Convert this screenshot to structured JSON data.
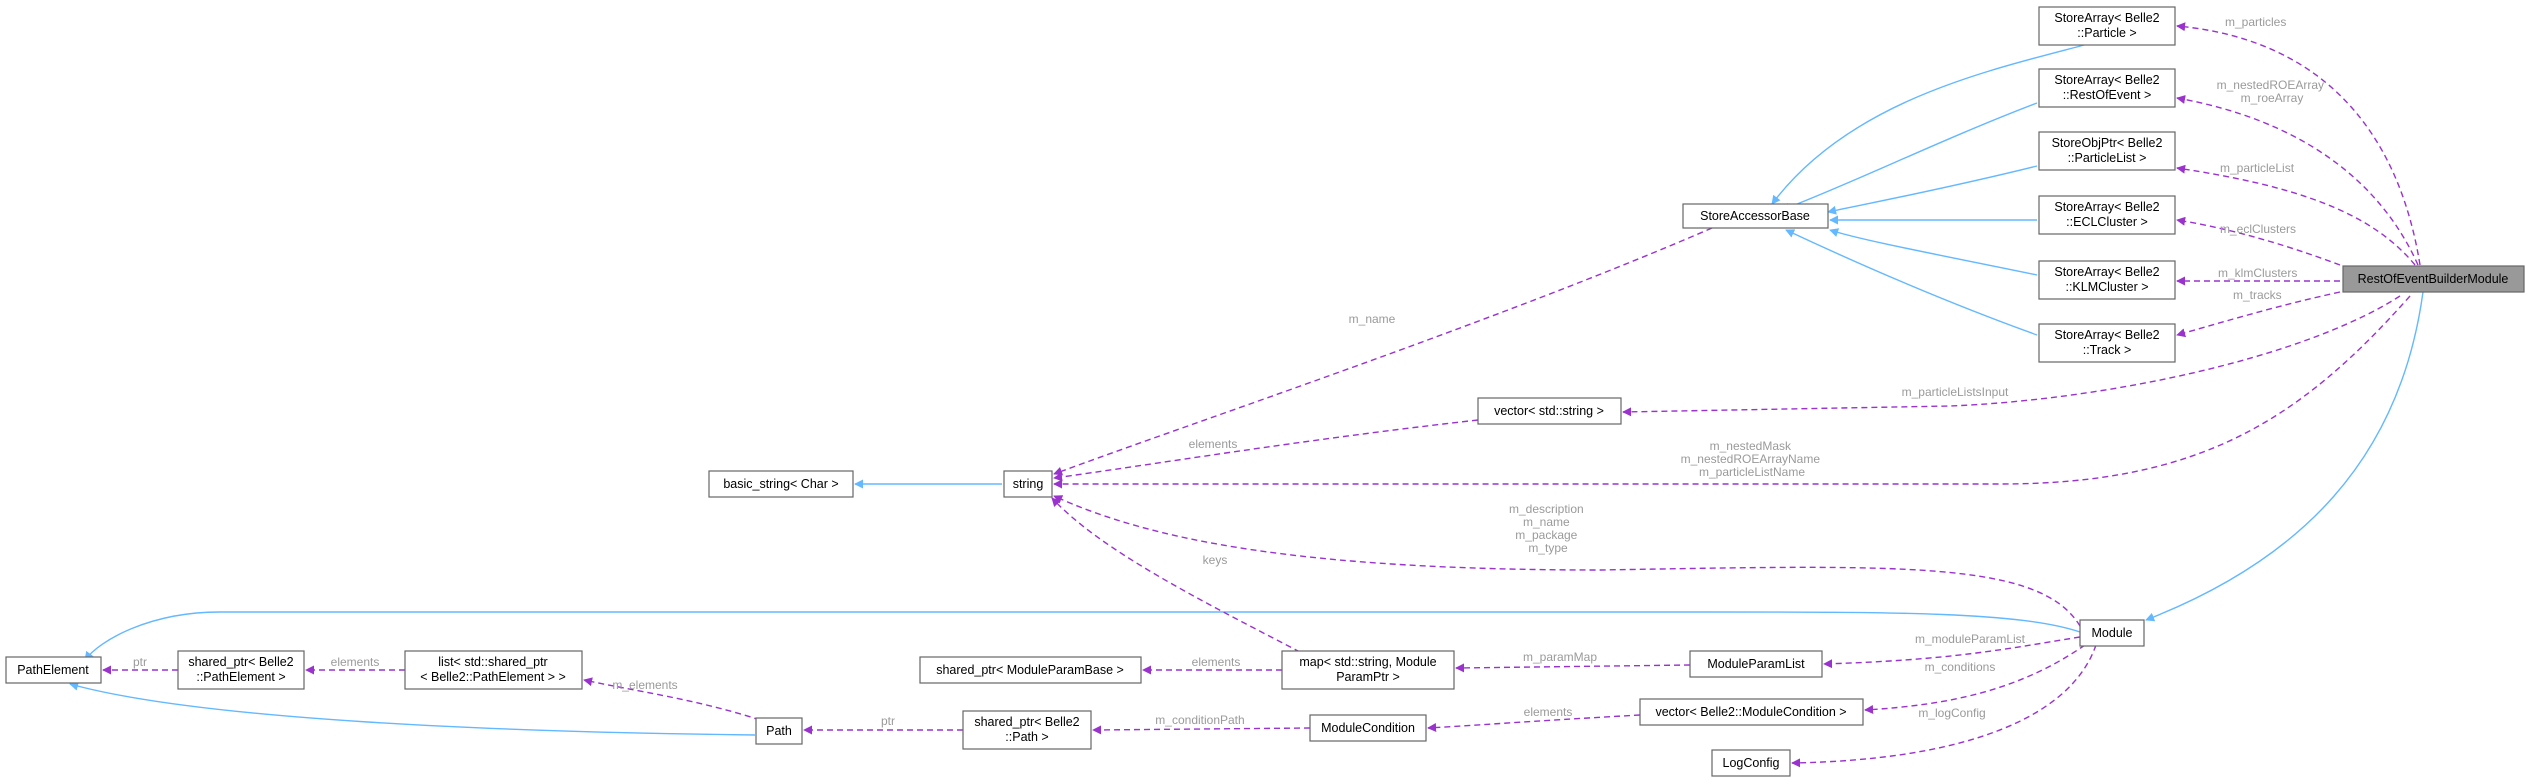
{
  "colors": {
    "inheritance": "#63b8ff",
    "usage": "#9a32cd",
    "focus_fill": "#999999",
    "edge_label": "#9a9a9a"
  },
  "nodes": {
    "rest_of_event_builder_module": [
      "RestOfEventBuilderModule"
    ],
    "storearray_particle": [
      "StoreArray< Belle2",
      "::Particle >"
    ],
    "storearray_restofevent": [
      "StoreArray< Belle2",
      "::RestOfEvent >"
    ],
    "storeobjptr_particlelist": [
      "StoreObjPtr< Belle2",
      "::ParticleList >"
    ],
    "storearray_eclcluster": [
      "StoreArray< Belle2",
      "::ECLCluster >"
    ],
    "storearray_klmcluster": [
      "StoreArray< Belle2",
      "::KLMCluster >"
    ],
    "storearray_track": [
      "StoreArray< Belle2",
      "::Track >"
    ],
    "store_accessor_base": [
      "StoreAccessorBase"
    ],
    "vector_string": [
      "vector< std::string >"
    ],
    "string": [
      "string"
    ],
    "basic_string": [
      "basic_string< Char >"
    ],
    "module": [
      "Module"
    ],
    "module_param_list": [
      "ModuleParamList"
    ],
    "map_param": [
      "map< std::string, Module",
      "ParamPtr >"
    ],
    "shared_ptr_moduleparambase": [
      "shared_ptr< ModuleParamBase >"
    ],
    "vector_modulecondition": [
      "vector< Belle2::ModuleCondition >"
    ],
    "module_condition": [
      "ModuleCondition"
    ],
    "log_config": [
      "LogConfig"
    ],
    "shared_ptr_path": [
      "shared_ptr< Belle2",
      "::Path >"
    ],
    "path": [
      "Path"
    ],
    "list_shared_ptr": [
      "list< std::shared_ptr",
      "< Belle2::PathElement > >"
    ],
    "shared_ptr_pathelement": [
      "shared_ptr< Belle2",
      "::PathElement >"
    ],
    "path_element": [
      "PathElement"
    ]
  },
  "edge_labels": {
    "m_particles": [
      "m_particles"
    ],
    "m_roe": [
      "m_nestedROEArray",
      "m_roeArray"
    ],
    "m_particlelist": [
      "m_particleList"
    ],
    "m_eclclusters": [
      "m_eclClusters"
    ],
    "m_klmclusters": [
      "m_klmClusters"
    ],
    "m_tracks": [
      "m_tracks"
    ],
    "m_name_sab": [
      "m_name"
    ],
    "m_particlelistsinput": [
      "m_particleListsInput"
    ],
    "elements_vecstr": [
      "elements"
    ],
    "m_nested_strings": [
      "m_nestedMask",
      "m_nestedROEArrayName",
      "m_particleListName"
    ],
    "m_module_strings": [
      "m_description",
      "m_name",
      "m_package",
      "m_type"
    ],
    "keys": [
      "keys"
    ],
    "elements_map": [
      "elements"
    ],
    "m_parammap": [
      "m_paramMap"
    ],
    "m_moduleparamlist": [
      "m_moduleParamList"
    ],
    "m_conditions": [
      "m_conditions"
    ],
    "elements_cond": [
      "elements"
    ],
    "m_conditionpath": [
      "m_conditionPath"
    ],
    "m_logconfig": [
      "m_logConfig"
    ],
    "ptr_path": [
      "ptr"
    ],
    "m_elements": [
      "m_elements"
    ],
    "elements_list": [
      "elements"
    ],
    "ptr_pe": [
      "ptr"
    ]
  }
}
